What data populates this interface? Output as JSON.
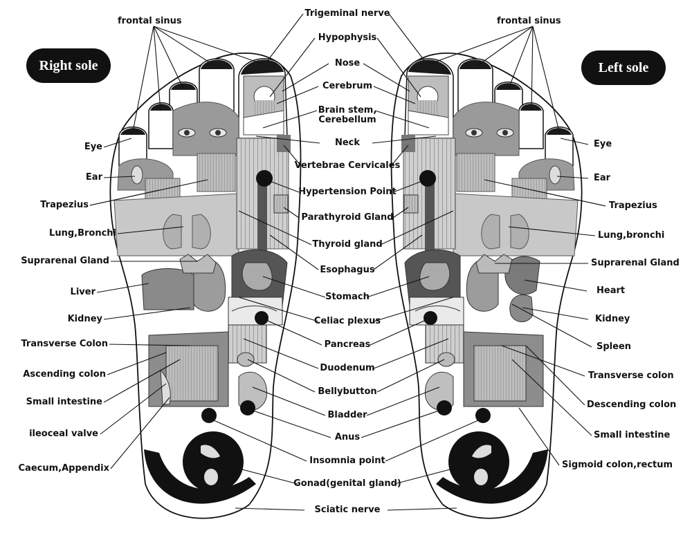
{
  "titles": {
    "right": "Right sole",
    "left": "Left sole"
  },
  "center": {
    "trigeminal": "Trigeminal nerve",
    "hypophysis": "Hypophysis",
    "nose": "Nose",
    "cerebrum": "Cerebrum",
    "brainstem1": "Brain stem,",
    "brainstem2": "Cerebellum",
    "neck": "Neck",
    "vertebrae": "Vertebrae Cervicales",
    "hypertension": "Hypertension Point",
    "parathyroid": "Parathyroid Gland",
    "thyroid": "Thyroid gland",
    "esophagus": "Esophagus",
    "stomach": "Stomach",
    "celiac": "Celiac plexus",
    "pancreas": "Pancreas",
    "duodenum": "Duodenum",
    "bellybutton": "Bellybutton",
    "bladder": "Bladder",
    "anus": "Anus",
    "insomnia": "Insomnia point",
    "gonad": "Gonad(genital gland)",
    "sciatic": "Sciatic nerve"
  },
  "right_labels": {
    "frontal": "frontal sinus",
    "eye": "Eye",
    "ear": "Ear",
    "trapezius": "Trapezius",
    "lung": "Lung,Bronchi",
    "suprarenal": "Suprarenal Gland",
    "liver": "Liver",
    "kidney": "Kidney",
    "transverse": "Transverse Colon",
    "ascending": "Ascending colon",
    "small": "Small intestine",
    "ileocecal": "ileoceal valve",
    "caecum": "Caecum,Appendix"
  },
  "left_labels": {
    "frontal": "frontal sinus",
    "eye": "Eye",
    "ear": "Ear",
    "trapezius": "Trapezius",
    "lung": "Lung,bronchi",
    "suprarenal": "Suprarenal Gland",
    "heart": "Heart",
    "kidney": "Kidney",
    "spleen": "Spleen",
    "transverse": "Transverse colon",
    "descending": "Descending colon",
    "small": "Small intestine",
    "sigmoid": "Sigmoid colon,rectum"
  }
}
